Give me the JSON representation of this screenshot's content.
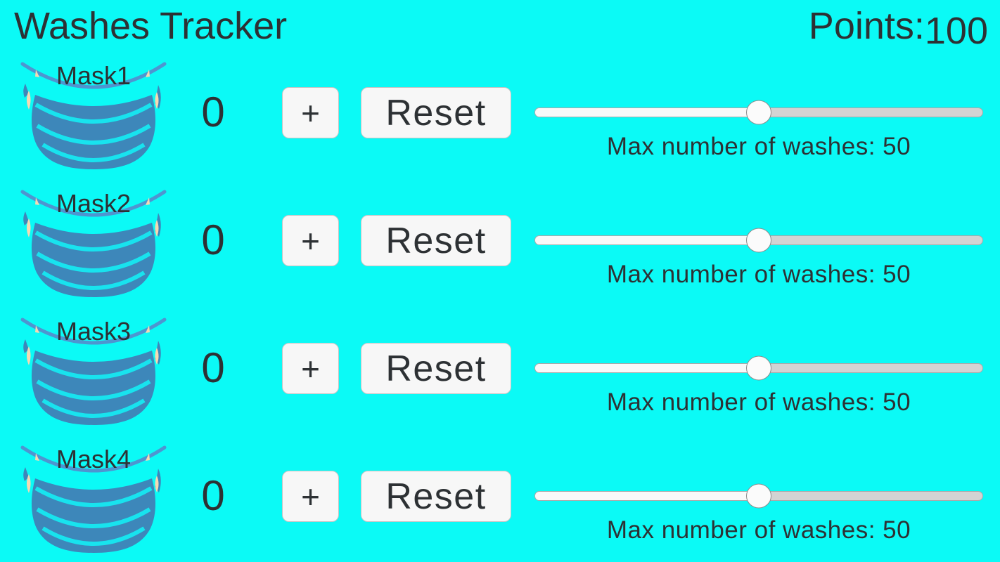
{
  "title": "Washes Tracker",
  "points": {
    "label": "Points:",
    "value": "100"
  },
  "colors": {
    "background": "#0bfaf6",
    "text": "#2d3134",
    "mask_body": "#3d87ba",
    "mask_stripe": "#18e3ee",
    "mask_arc": "#4e95d0",
    "mask_strap": "#f6d9b2",
    "button_bg": "#f7f7f7",
    "button_border": "#c4c4c4",
    "slider_fill": "#f9f9f9",
    "slider_track": "#d3d3d3",
    "slider_border": "#a9a9a9",
    "thumb_bg": "#fbfbfb",
    "thumb_border": "#8c8c8c"
  },
  "rows": [
    {
      "mask_label": "Mask1",
      "count": "0",
      "plus_label": "+",
      "reset_label": "Reset",
      "slider_value": 50,
      "max_label": "Max number of washes: 50"
    },
    {
      "mask_label": "Mask2",
      "count": "0",
      "plus_label": "+",
      "reset_label": "Reset",
      "slider_value": 50,
      "max_label": "Max number of washes: 50"
    },
    {
      "mask_label": "Mask3",
      "count": "0",
      "plus_label": "+",
      "reset_label": "Reset",
      "slider_value": 50,
      "max_label": "Max number of washes: 50"
    },
    {
      "mask_label": "Mask4",
      "count": "0",
      "plus_label": "+",
      "reset_label": "Reset",
      "slider_value": 50,
      "max_label": "Max number of washes: 50"
    }
  ]
}
